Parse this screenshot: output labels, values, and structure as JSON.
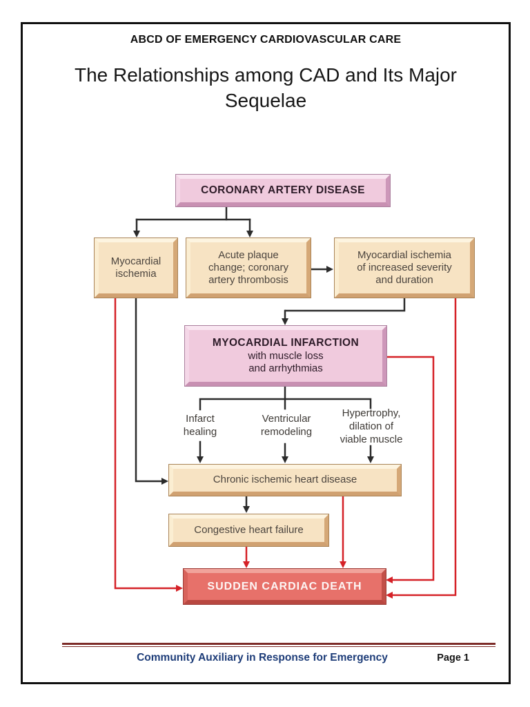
{
  "page": {
    "header": "ABCD OF EMERGENCY CARDIOVASCULAR CARE",
    "title_line1": "The Relationships among CAD and Its Major",
    "title_line2": "Sequelae",
    "footer": {
      "organization": "Community Auxiliary in Response for Emergency",
      "page_label": "Page 1"
    }
  },
  "diagram": {
    "nodes": {
      "coronary_artery_disease": {
        "label": "CORONARY ARTERY DISEASE"
      },
      "myocardial_ischemia": {
        "label": "Myocardial\nischemia"
      },
      "acute_plaque_change": {
        "label": "Acute plaque\nchange; coronary\nartery thrombosis"
      },
      "ischemia_increased_severity": {
        "label": "Myocardial ischemia\nof increased severity\nand duration"
      },
      "myocardial_infarction": {
        "title": "MYOCARDIAL INFARCTION",
        "subtitle": "with muscle loss\nand arrhythmias"
      },
      "infarct_healing": {
        "label": "Infarct\nhealing"
      },
      "ventricular_remodeling": {
        "label": "Ventricular\nremodeling"
      },
      "hypertrophy_dilation": {
        "label": "Hypertrophy,\ndilation of\nviable muscle"
      },
      "chronic_ischemic_heart_disease": {
        "label": "Chronic ischemic heart disease"
      },
      "congestive_heart_failure": {
        "label": "Congestive heart failure"
      },
      "sudden_cardiac_death": {
        "label": "SUDDEN CARDIAC DEATH"
      }
    },
    "colors": {
      "black_arrow": "#2b2b2b",
      "red_arrow": "#d52127",
      "pink_box": "#f0cadd",
      "tan_box": "#f7e3c3",
      "red_box": "#e7716a",
      "footer_rule": "#7c2b28",
      "footer_text_blue": "#1d3c78"
    }
  }
}
